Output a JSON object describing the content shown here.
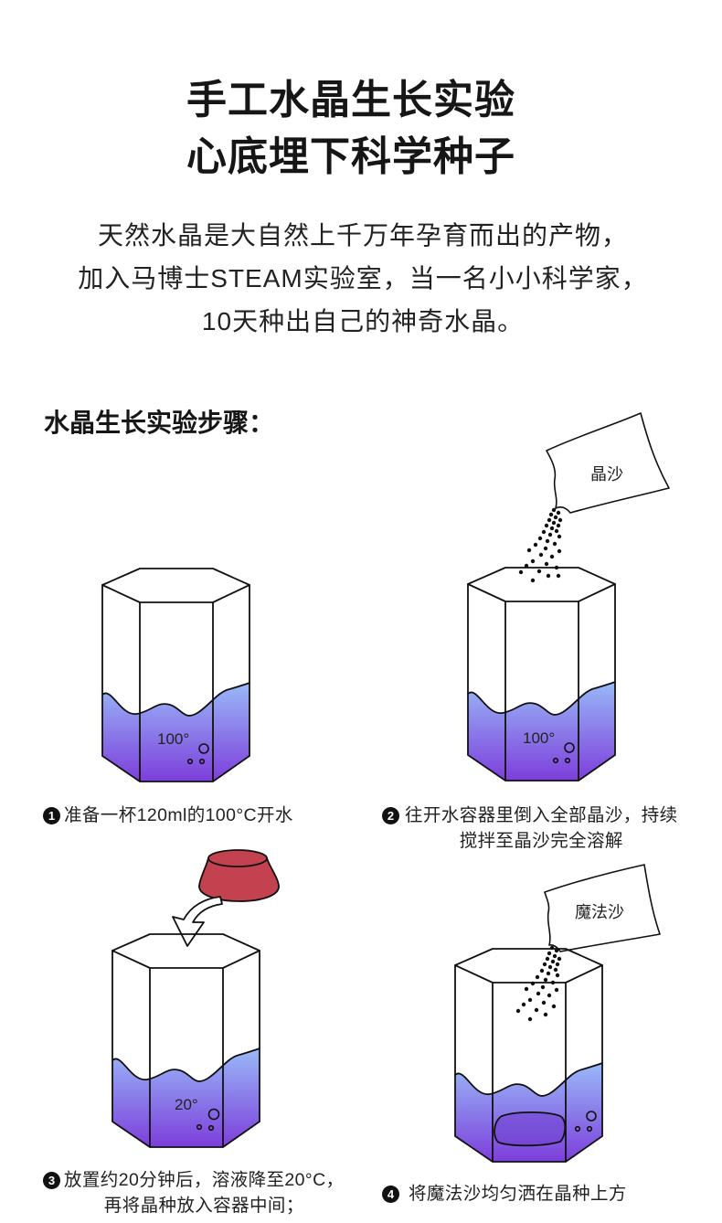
{
  "title": {
    "line1": "手工水晶生长实验",
    "line2": "心底埋下科学种子"
  },
  "intro": {
    "line1": "天然水晶是大自然上千万年孕育而出的产物，",
    "line2": "加入马博士STEAM实验室，当一名小小科学家，",
    "line3": "10天种出自己的神奇水晶。"
  },
  "section_heading": "水晶生长实验步骤：",
  "steps": [
    {
      "number": "1",
      "caption": [
        "准备一杯120ml的100°C开水"
      ],
      "temperature": "100°"
    },
    {
      "number": "2",
      "caption": [
        "往开水容器里倒入全部晶沙，持续",
        "搅拌至晶沙完全溶解"
      ],
      "temperature": "100°",
      "packet_label": "晶沙"
    },
    {
      "number": "3",
      "caption": [
        "放置约20分钟后，溶液降至20°C，",
        "再将晶种放入容器中间；"
      ],
      "temperature": "20°"
    },
    {
      "number": "4",
      "caption": [
        "将魔法沙均匀洒在晶种上方"
      ],
      "packet_label": "魔法沙"
    }
  ],
  "colors": {
    "liquid_top": "#99b9f8",
    "liquid_bottom": "#7d3edb",
    "crystal_seed": "#c4424f",
    "ink": "#111111"
  }
}
